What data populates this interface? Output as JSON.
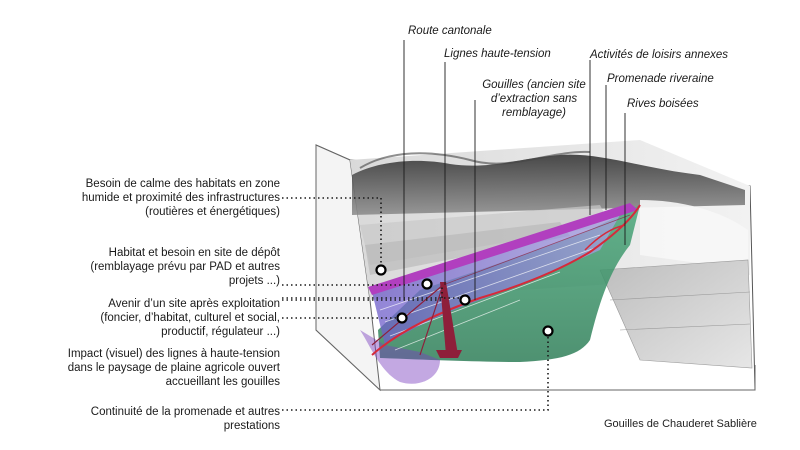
{
  "top_labels": {
    "route_cantonale": "Route cantonale",
    "lignes_haute_tension": "Lignes haute-tension",
    "gouilles": [
      "Gouilles (ancien site",
      "d’extraction sans",
      "remblayage)"
    ],
    "activites_loisirs": "Activités de loisirs annexes",
    "promenade_riveraine": "Promenade riveraine",
    "rives_boisees": "Rives boisées"
  },
  "left_labels": {
    "calme": [
      "Besoin de calme des habitats en zone",
      "humide et proximité des infrastructures",
      "(routières et énergétiques)"
    ],
    "depot": [
      "Habitat et besoin en site de dépôt",
      "(remblayage prévu par PAD et autres",
      "projets ...)"
    ],
    "avenir": [
      "Avenir d’un site après exploitation",
      "(foncier,  d’habitat, culturel et social,",
      "productif, régulateur ...)"
    ],
    "impact": [
      "Impact (visuel) des lignes à haute-tension",
      "dans le paysage de plaine agricole ouvert",
      "accueillant les gouilles"
    ],
    "continuite": [
      "Continuité de la promenade et autres",
      "prestations"
    ]
  },
  "caption": "Gouilles de Chauderet Sablière",
  "colors": {
    "road": "#b13fbf",
    "power_lines": "#8e1f3a",
    "water": "#7d6fd0",
    "vegetation": "#3f9b6e",
    "promenade": "#d62a3a"
  }
}
